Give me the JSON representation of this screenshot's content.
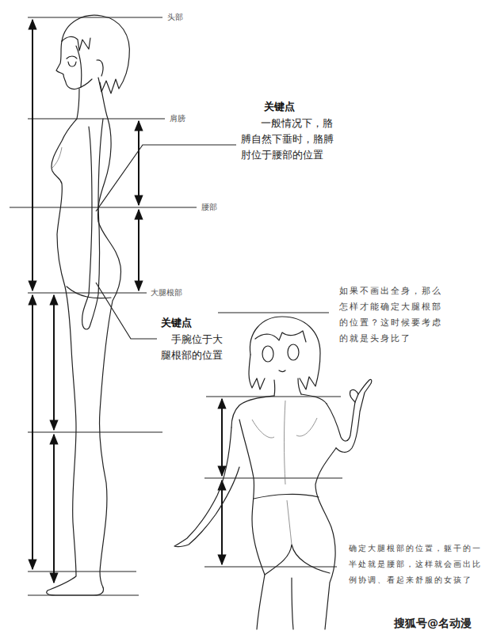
{
  "diagram": {
    "labels": [
      "头部",
      "肩膀",
      "腰部",
      "大腿根部",
      "关键点",
      "一般情况下，胳膊自然下垂时，胳膊肘位于腰部的位置",
      "关键点",
      "手腕位于大腿根部的位置",
      "如果不画出全身，那么怎样才能确定大腿根部的位置？这时候要考虑的就是头身比了",
      "确定大腿根部的位置，躯干的一半处就是腰部，这样就会画出比例协调、看起来舒服的女孩了",
      "搜狐号@名动漫"
    ]
  }
}
